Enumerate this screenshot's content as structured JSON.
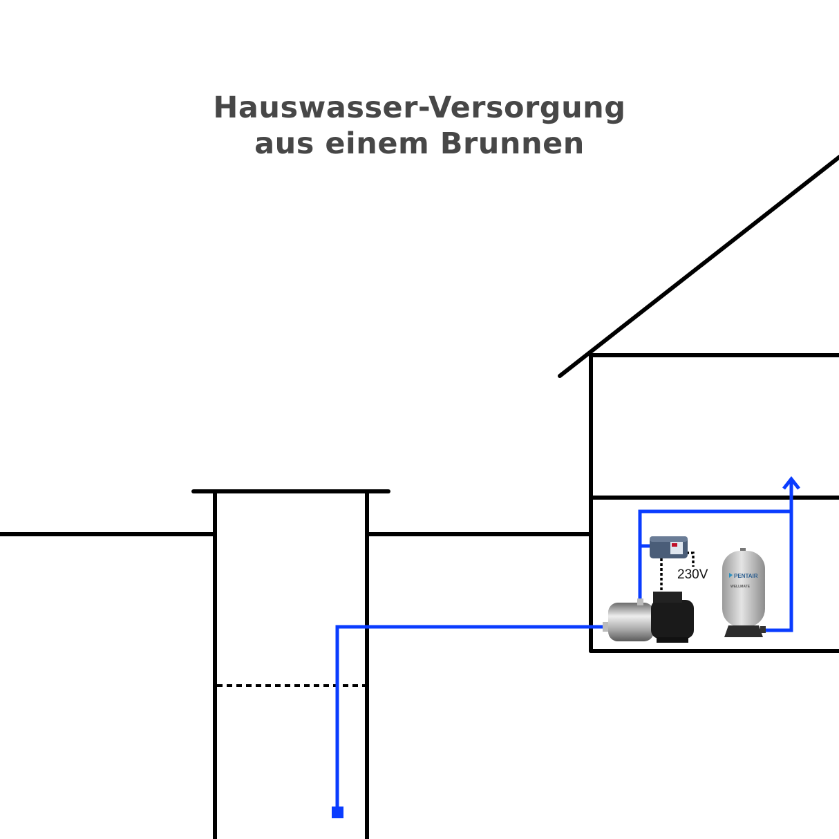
{
  "title": {
    "line1": "Hauswasser-Versorgung",
    "line2": "aus einem Brunnen"
  },
  "labels": {
    "voltage": "230V",
    "tank_brand": "PENTAIR",
    "tank_model": "WELLMATE"
  },
  "colors": {
    "pipe": "#0a3cff",
    "structure": "#000000",
    "title": "#474747"
  }
}
